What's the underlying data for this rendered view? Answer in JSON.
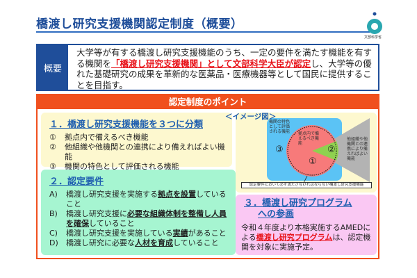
{
  "title": "橋渡し研究支援機関認定制度（概要）",
  "logo_text": "文部科学省",
  "overview": {
    "label": "概要",
    "text_1": "大学等が有する橋渡し研究支援機能のうち、一定の要件を満たす機能を有する機関を",
    "highlight": "「橋渡し研究支援機関」として文部科学大臣が認定",
    "text_2": "し、大学等の優れた基礎研究の成果を革新的な医薬品・医療機器等として国民に提供することを目指す。"
  },
  "points": {
    "header": "認定制度のポイント",
    "section1": {
      "heading": "１．橋渡し研究支援機能を３つに分類",
      "items": [
        {
          "mark": "①",
          "text": "拠点内で備えるべき機能"
        },
        {
          "mark": "②",
          "text": "他組織や他機関との連携により備えればよい機能"
        },
        {
          "mark": "③",
          "text": "機関の特色として評価される機能"
        }
      ]
    },
    "image_label": "＜イメージ図＞",
    "diagram": {
      "blue_label": "機関の特色として評価される機能",
      "circle_label": "拠点内で備えるべき機能",
      "gray_label": "他組織や他機関との連携により備えればよい機能",
      "n1": "①",
      "n2": "②",
      "n3": "③",
      "caption": "認定要件において必ず満たさなければならない橋渡し研究支援機能",
      "colors": {
        "blue": "#5bc3f5",
        "red": "#f77a7a",
        "green": "#8fd14f",
        "gray": "#b3b3b3"
      }
    },
    "section2": {
      "heading": "２．認定要件",
      "items": [
        {
          "mark": "A)",
          "pre": "橋渡し研究支援を実施する",
          "bold": "拠点を設置",
          "post": "していること"
        },
        {
          "mark": "B)",
          "pre": "橋渡し研究支援に",
          "bold": "必要な組織体制を整備し人員を確保",
          "post": "していること"
        },
        {
          "mark": "C)",
          "pre": "橋渡し研究支援を実施している",
          "bold": "実績",
          "post": "があること"
        },
        {
          "mark": "D)",
          "pre": "橋渡し研究に必要な",
          "bold": "人材を育成",
          "post": "していること"
        }
      ]
    },
    "section3": {
      "heading": "３．橋渡し研究プログラムへの参画",
      "text_1": "令和４年度より本格実施するAMEDによる",
      "highlight": "橋渡し研究プログラム",
      "text_2": "は、認定機関を対象に実施予定。"
    }
  }
}
